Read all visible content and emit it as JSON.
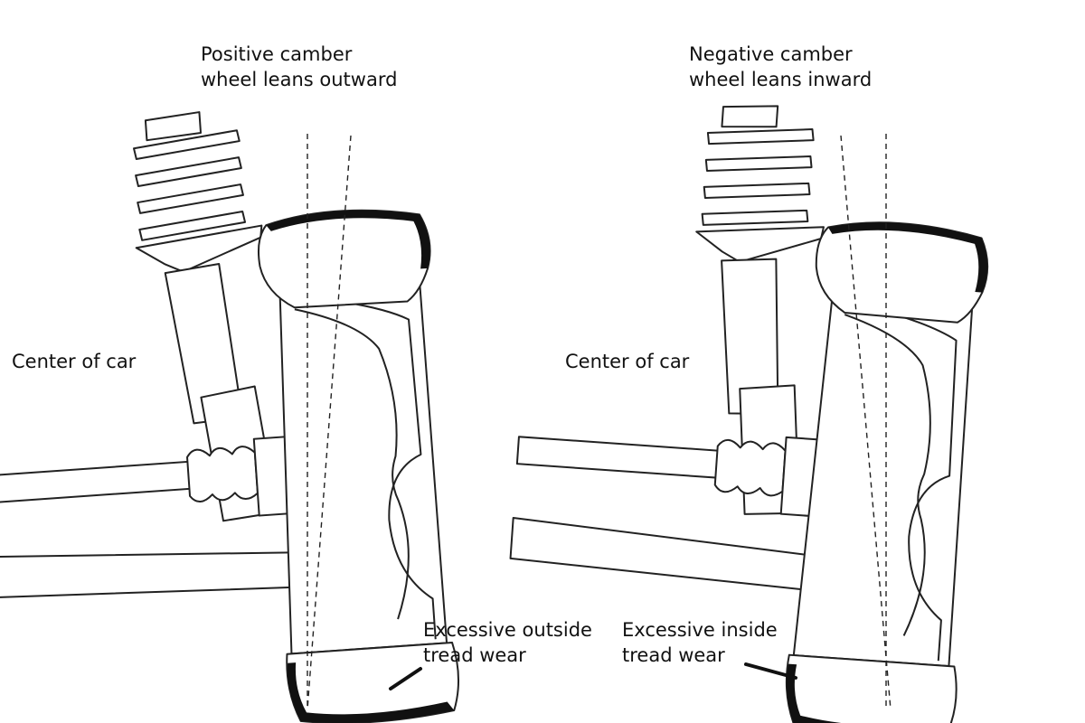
{
  "left_panel": {
    "title_line1": "Positive camber",
    "title_line2": "wheel leans outward",
    "center_label": "Center of car",
    "wear_line1": "Excessive outside",
    "wear_line2": "tread wear"
  },
  "right_panel": {
    "title_line1": "Negative camber",
    "title_line2": "wheel leans inward",
    "center_label": "Center of car",
    "wear_line1": "Excessive inside",
    "wear_line2": "tread wear"
  },
  "colors": {
    "line": "#222222",
    "tread": "#111111",
    "background": "#ffffff"
  }
}
